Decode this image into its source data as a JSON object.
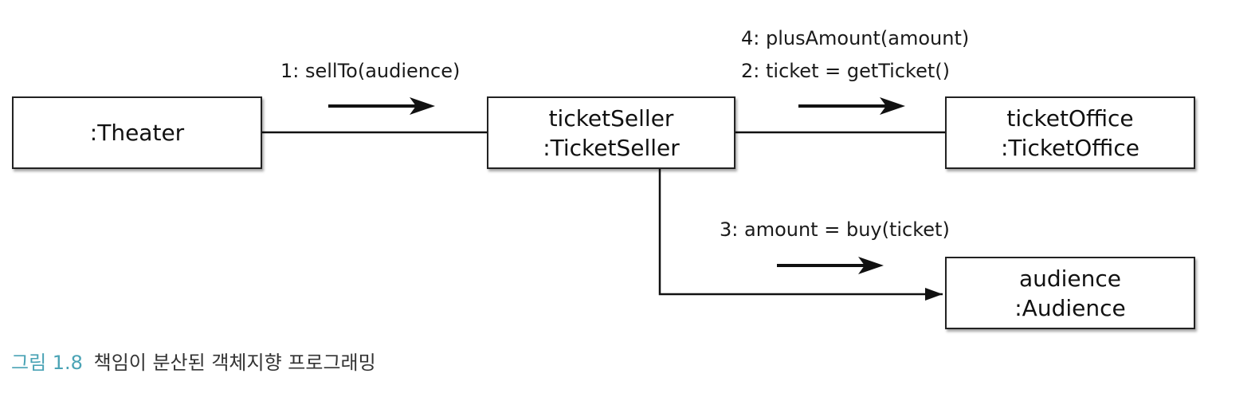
{
  "objects": {
    "theater": {
      "lines": [
        ":Theater"
      ]
    },
    "ticket_seller": {
      "lines": [
        "ticketSeller",
        ":TicketSeller"
      ]
    },
    "ticket_office": {
      "lines": [
        "ticketOffice",
        ":TicketOffice"
      ]
    },
    "audience": {
      "lines": [
        "audience",
        ":Audience"
      ]
    }
  },
  "messages": {
    "sell_to": "1: sellTo(audience)",
    "plus_amount": "4: plusAmount(amount)",
    "get_ticket": "2: ticket = getTicket()",
    "buy": "3: amount = buy(ticket)"
  },
  "caption": {
    "label": "그림 1.8",
    "text": "책임이 분산된 객체지향 프로그래밍"
  },
  "colors": {
    "line": "#111111",
    "caption_label": "#4aa3b5"
  }
}
